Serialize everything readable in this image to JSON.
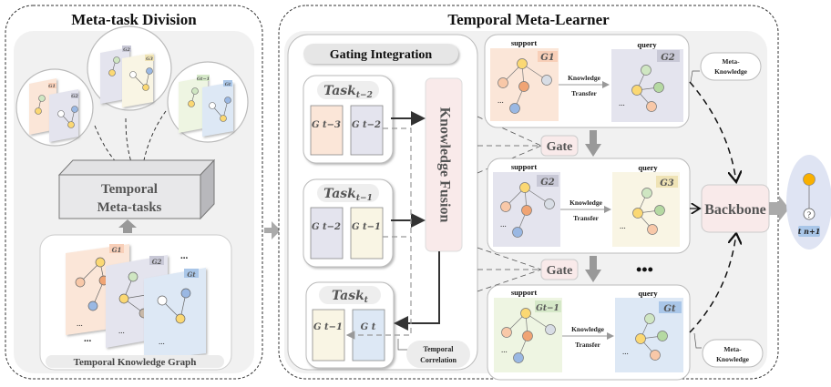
{
  "panels": {
    "meta_task_division": {
      "title": "Meta-task Division",
      "block_label_line1": "Temporal",
      "block_label_line2": "Meta-tasks",
      "graph_label": "Temporal Knowledge Graph",
      "bubbles": [
        {
          "back": "G1",
          "front": "G2"
        },
        {
          "back": "G2",
          "front": "G3"
        },
        {
          "back": "Gt−1",
          "front": "Gt"
        }
      ],
      "stack_labels": [
        "G1",
        "G2",
        "Gt"
      ],
      "ellipsis": "..."
    },
    "temporal_meta_learner": {
      "title": "Temporal Meta-Learner",
      "gating": {
        "title": "Gating Integration",
        "tasks": [
          {
            "name": "Task",
            "sub": "t−2",
            "graphs": [
              "G t−3",
              "G t−2"
            ]
          },
          {
            "name": "Task",
            "sub": "t−1",
            "graphs": [
              "G t−2",
              "G t−1"
            ]
          },
          {
            "name": "Task",
            "sub": "t",
            "graphs": [
              "G t−1",
              "G t"
            ]
          }
        ],
        "fusion_label": "Knowledge Fusion",
        "temporal_correlation_line1": "Temporal",
        "temporal_correlation_line2": "Correlation"
      },
      "gate_label": "Gate",
      "rows": [
        {
          "support": "support",
          "query": "query",
          "support_graph": "G1",
          "query_graph": "G2",
          "transfer_line1": "Knowledge",
          "transfer_line2": "Transfer"
        },
        {
          "support": "support",
          "query": "query",
          "support_graph": "G2",
          "query_graph": "G3",
          "transfer_line1": "Knowledge",
          "transfer_line2": "Transfer"
        },
        {
          "support": "support",
          "query": "query",
          "support_graph": "Gt−1",
          "query_graph": "Gt",
          "transfer_line1": "Knowledge",
          "transfer_line2": "Transfer"
        }
      ],
      "meta_knowledge_line1": "Meta-",
      "meta_knowledge_line2": "Knowledge",
      "backbone_label": "Backbone",
      "ellipsis": "•••"
    },
    "output": {
      "question": "?",
      "time_label": "t n+1"
    }
  },
  "colors": {
    "orange_bg": "#fbe6d8",
    "purple_bg": "#e4e4ee",
    "yellow_bg": "#f9f5e4",
    "green_bg": "#eef5e2",
    "blue_bg": "#dde8f5",
    "pink_box": "#f9eaea",
    "panel_gray": "#f1f1f1",
    "node_yellow": "#fbd873",
    "node_orange": "#f0a474",
    "node_peach": "#f8c8a8",
    "node_blue": "#9ab8e3",
    "node_green": "#cfe6c2",
    "node_gray": "#d8dde5",
    "output_node": "#f9b000"
  }
}
